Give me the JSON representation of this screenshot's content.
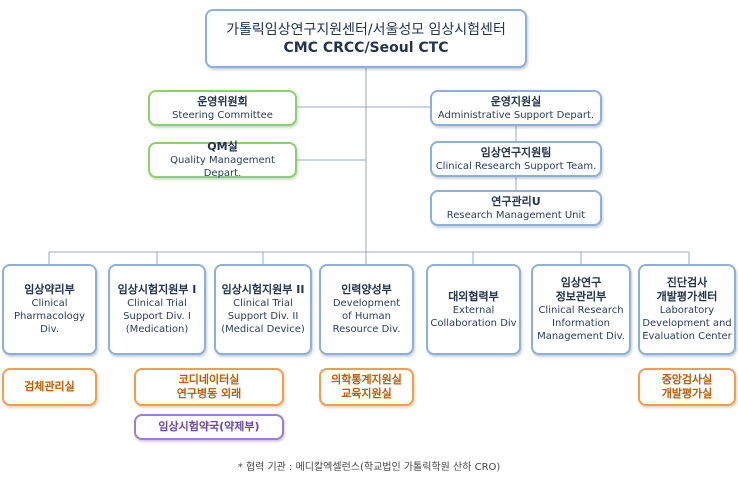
{
  "top": {
    "ko": "가톨릭임상연구지원센터/서울성모 임상시험센터",
    "en": "CMC CRCC/Seoul CTC"
  },
  "left_units": [
    {
      "ko": "운영위원회",
      "en": "Steering Committee"
    },
    {
      "ko": "QM실",
      "en": "Quality Management Depart."
    }
  ],
  "right_units": [
    {
      "ko": "운영지원실",
      "en": "Administrative Support Depart."
    },
    {
      "ko": "임상연구지원팀",
      "en": "Clinical Research Support Team."
    },
    {
      "ko": "연구관리U",
      "en": "Research Management Unit"
    }
  ],
  "divisions": [
    {
      "ko": "임상약리부",
      "en": "Clinical\nPharmacology Div."
    },
    {
      "ko": "임상시험지원부 I",
      "en": "Clinical Trial\nSupport Div. I\n(Medication)"
    },
    {
      "ko": "임상시험지원부 II",
      "en": "Clinical Trial\nSupport Div. II\n(Medical Device)"
    },
    {
      "ko": "인력양성부",
      "en": "Development\nof Human\nResource Div."
    },
    {
      "ko": "대외협력부",
      "en": "External\nCollaboration Div"
    },
    {
      "ko": "임상연구\n정보관리부",
      "en": "Clinical Research\nInformation\nManagement Div."
    },
    {
      "ko": "진단검사\n개발평가센터",
      "en": "Laboratory\nDevelopment and\nEvaluation Center"
    }
  ],
  "sub_units": {
    "d0": "검체관리실",
    "d1": "코디네이터실\n연구병동 외래",
    "d1_extra": "임상시험약국(약제부)",
    "d3": "의학통계지원실\n교육지원실",
    "d6": "중앙검사실\n개발평가실"
  },
  "footnote": "* 협력 기관 : 메디칼엑셀런스(학교법인 가톨릭학원 산하 CRO)",
  "colors": {
    "blue_border": "#8fb0d6",
    "green_border": "#8ccf6e",
    "orange_border": "#f2a048",
    "purple_border": "#9b7fc9",
    "line": "#9aa8b8"
  }
}
